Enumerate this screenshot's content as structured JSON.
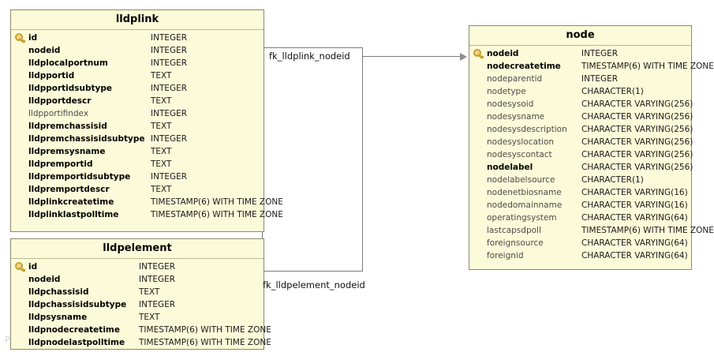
{
  "diagram": {
    "watermark": "P",
    "accent_table_fill": "#fbfbd9",
    "accent_table_border": "#8a8a66",
    "connector_color": "#7a7a7a"
  },
  "entities": [
    {
      "name": "lldplink",
      "columns": [
        {
          "key": true,
          "name": "id",
          "type": "INTEGER",
          "required": true
        },
        {
          "key": false,
          "name": "nodeid",
          "type": "INTEGER",
          "required": true
        },
        {
          "key": false,
          "name": "lldplocalportnum",
          "type": "INTEGER",
          "required": true
        },
        {
          "key": false,
          "name": "lldpportid",
          "type": "TEXT",
          "required": true
        },
        {
          "key": false,
          "name": "lldpportidsubtype",
          "type": "INTEGER",
          "required": true
        },
        {
          "key": false,
          "name": "lldpportdescr",
          "type": "TEXT",
          "required": true
        },
        {
          "key": false,
          "name": "lldpportifindex",
          "type": "INTEGER",
          "required": false
        },
        {
          "key": false,
          "name": "lldpremchassisid",
          "type": "TEXT",
          "required": true
        },
        {
          "key": false,
          "name": "lldpremchassisidsubtype",
          "type": "INTEGER",
          "required": true
        },
        {
          "key": false,
          "name": "lldpremsysname",
          "type": "TEXT",
          "required": true
        },
        {
          "key": false,
          "name": "lldpremportid",
          "type": "TEXT",
          "required": true
        },
        {
          "key": false,
          "name": "lldpremportidsubtype",
          "type": "INTEGER",
          "required": true
        },
        {
          "key": false,
          "name": "lldpremportdescr",
          "type": "TEXT",
          "required": true
        },
        {
          "key": false,
          "name": "lldplinkcreatetime",
          "type": "TIMESTAMP(6) WITH TIME ZONE",
          "required": true
        },
        {
          "key": false,
          "name": "lldplinklastpolltime",
          "type": "TIMESTAMP(6) WITH TIME ZONE",
          "required": true
        }
      ]
    },
    {
      "name": "lldpelement",
      "columns": [
        {
          "key": true,
          "name": "id",
          "type": "INTEGER",
          "required": true
        },
        {
          "key": false,
          "name": "nodeid",
          "type": "INTEGER",
          "required": true
        },
        {
          "key": false,
          "name": "lldpchassisid",
          "type": "TEXT",
          "required": true
        },
        {
          "key": false,
          "name": "lldpchassisidsubtype",
          "type": "INTEGER",
          "required": true
        },
        {
          "key": false,
          "name": "lldpsysname",
          "type": "TEXT",
          "required": true
        },
        {
          "key": false,
          "name": "lldpnodecreatetime",
          "type": "TIMESTAMP(6) WITH TIME ZONE",
          "required": true
        },
        {
          "key": false,
          "name": "lldpnodelastpolltime",
          "type": "TIMESTAMP(6) WITH TIME ZONE",
          "required": true
        }
      ]
    },
    {
      "name": "node",
      "columns": [
        {
          "key": true,
          "name": "nodeid",
          "type": "INTEGER",
          "required": true
        },
        {
          "key": false,
          "name": "nodecreatetime",
          "type": "TIMESTAMP(6) WITH TIME ZONE",
          "required": true
        },
        {
          "key": false,
          "name": "nodeparentid",
          "type": "INTEGER",
          "required": false
        },
        {
          "key": false,
          "name": "nodetype",
          "type": "CHARACTER(1)",
          "required": false
        },
        {
          "key": false,
          "name": "nodesysoid",
          "type": "CHARACTER VARYING(256)",
          "required": false
        },
        {
          "key": false,
          "name": "nodesysname",
          "type": "CHARACTER VARYING(256)",
          "required": false
        },
        {
          "key": false,
          "name": "nodesysdescription",
          "type": "CHARACTER VARYING(256)",
          "required": false
        },
        {
          "key": false,
          "name": "nodesyslocation",
          "type": "CHARACTER VARYING(256)",
          "required": false
        },
        {
          "key": false,
          "name": "nodesyscontact",
          "type": "CHARACTER VARYING(256)",
          "required": false
        },
        {
          "key": false,
          "name": "nodelabel",
          "type": "CHARACTER VARYING(256)",
          "required": true
        },
        {
          "key": false,
          "name": "nodelabelsource",
          "type": "CHARACTER(1)",
          "required": false
        },
        {
          "key": false,
          "name": "nodenetbiosname",
          "type": "CHARACTER VARYING(16)",
          "required": false
        },
        {
          "key": false,
          "name": "nodedomainname",
          "type": "CHARACTER VARYING(16)",
          "required": false
        },
        {
          "key": false,
          "name": "operatingsystem",
          "type": "CHARACTER VARYING(64)",
          "required": false
        },
        {
          "key": false,
          "name": "lastcapsdpoll",
          "type": "TIMESTAMP(6) WITH TIME ZONE",
          "required": false
        },
        {
          "key": false,
          "name": "foreignsource",
          "type": "CHARACTER VARYING(64)",
          "required": false
        },
        {
          "key": false,
          "name": "foreignid",
          "type": "CHARACTER VARYING(64)",
          "required": false
        }
      ]
    }
  ],
  "relationships": [
    {
      "label": "fk_lldplink_nodeid",
      "from": "lldplink",
      "to": "node"
    },
    {
      "label": "fk_lldpelement_nodeid",
      "from": "lldpelement",
      "to": "node"
    }
  ]
}
